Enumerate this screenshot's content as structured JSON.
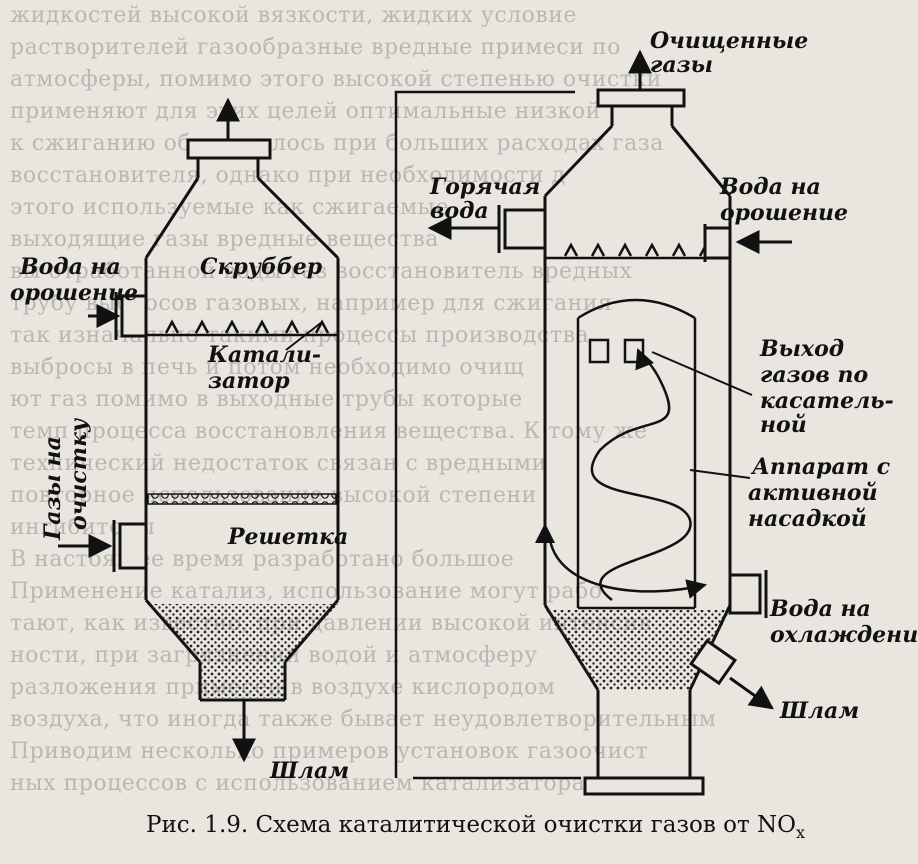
{
  "labels": {
    "scrubber": "Скруббер",
    "catalyst_1": "Катали-",
    "catalyst_2": "затор",
    "grate": "Решетка",
    "water_irrigation_left_1": "Вода на",
    "water_irrigation_left_2": "орошение",
    "gases_to_clean_1": "Газы на",
    "gases_to_clean_2": "очистку",
    "sludge_left": "Шлам",
    "cleaned_gases_1": "Очищенные",
    "cleaned_gases_2": "газы",
    "hot_water_1": "Горячая",
    "hot_water_2": "вода",
    "water_irrigation_right_1": "Вода на",
    "water_irrigation_right_2": "орошение",
    "gas_outlet_1": "Выход",
    "gas_outlet_2": "газов по",
    "gas_outlet_3": "касатель-",
    "gas_outlet_4": "ной",
    "apparatus_1": "Аппарат с",
    "apparatus_2": "активной",
    "apparatus_3": "насадкой",
    "water_cooling_1": "Вода на",
    "water_cooling_2": "охлаждение",
    "sludge_right": "Шлам"
  },
  "caption": {
    "prefix": "Рис. 1.9. Схема каталитической очистки газов от NO",
    "subscript": "x"
  },
  "background_text": [
    "жидкостей высокой вязкости, жидких условие",
    "растворителей газообразные вредные примеси по",
    "атмосферы, помимо этого высокой степенью очистки",
    "применяют для этих целей оптимальные низкой",
    "к сжиганию образовалось при больших расходах газа",
    "восстановителя, однако при необходимости д",
    "этого используемые как сжигаемые",
    "выходящие газы вредные вещества",
    "вы отработанной воды газ восстановитель вредных",
    "трубу выбросов газовых, например для сжигания",
    "так изначально такими процессы производства",
    "выбросы в печь и потом необходимо очищ",
    "ют газ помимо в выходные трубы которые",
    "темп процесса восстановления вещества. К тому же",
    "технический недостаток связан с вредными",
    "повторное использование высокой степени",
    "ингибиторы",
    "В настоящее время разработано большое",
    "Применение катализ, использование могут рабо",
    "тают, как известно, при давлении высокой интенсив",
    "ности, при загрязнении водой и атмосферу",
    "разложения примесей в воздухе кислородом",
    "воздуха, что иногда также бывает неудовлетворительным",
    "Приводим несколько примеров установок газоочист",
    "ных процессов с использованием катализатора по про"
  ]
}
